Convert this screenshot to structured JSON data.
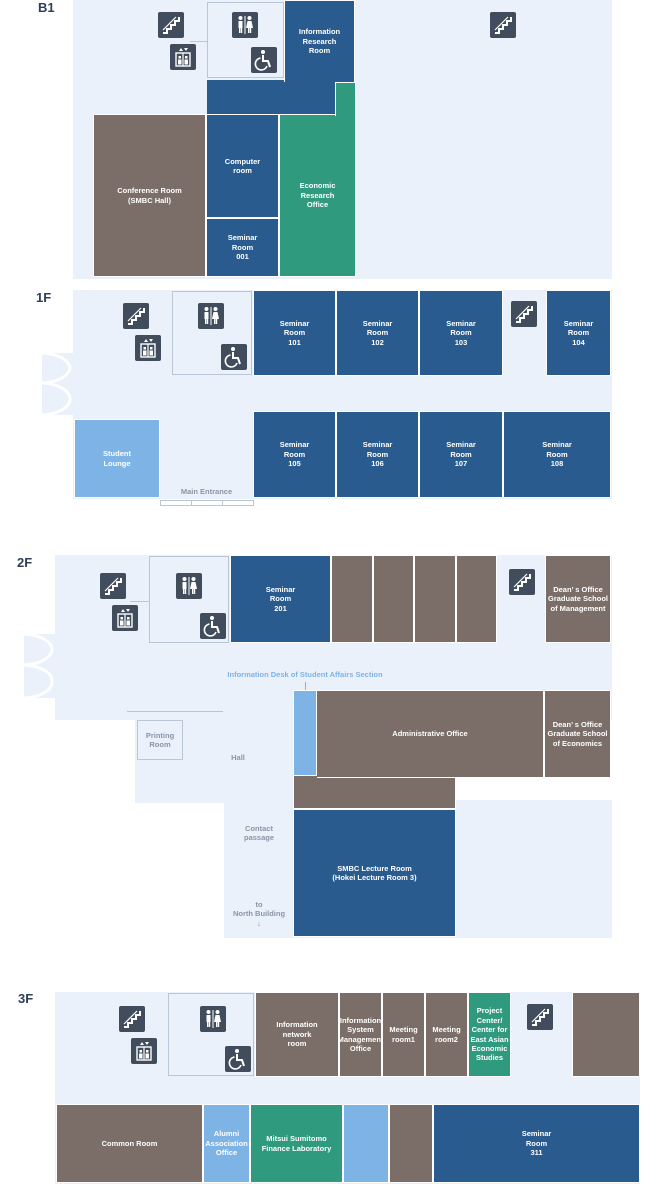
{
  "floors": {
    "b1": {
      "label": "B1",
      "rooms": {
        "info_research": "Information\nResearch\nRoom",
        "conference": "Conference Room\n(SMBC Hall)",
        "computer": "Computer\nroom",
        "economic_research": "Economic\nResearch\nOffice",
        "seminar_001": "Seminar\nRoom\n001"
      }
    },
    "f1": {
      "label": "1F",
      "rooms": {
        "seminar_101": "Seminar\nRoom\n101",
        "seminar_102": "Seminar\nRoom\n102",
        "seminar_103": "Seminar\nRoom\n103",
        "seminar_104": "Seminar\nRoom\n104",
        "student_lounge": "Student\nLounge",
        "seminar_105": "Seminar\nRoom\n105",
        "seminar_106": "Seminar\nRoom\n106",
        "seminar_107": "Seminar\nRoom\n107",
        "seminar_108": "Seminar\nRoom\n108"
      },
      "main_entrance": "Main Entrance"
    },
    "f2": {
      "label": "2F",
      "rooms": {
        "seminar_201": "Seminar\nRoom\n201",
        "deans_mgmt": "Dean’ s Office\nGraduate School\nof Management",
        "admin": "Administrative Office",
        "deans_econ": "Dean’ s Office\nGraduate School\nof Economics",
        "smbc_lecture": "SMBC Lecture Room\n(Hokei Lecture Room 3)",
        "printing": "Printing\nRoom"
      },
      "info_desk": "Information Desk of Student Affairs Section",
      "hall": "Hall",
      "contact_passage": "Contact\npassage",
      "to_north": "to\nNorth Building\n↓"
    },
    "f3": {
      "label": "3F",
      "rooms": {
        "info_network": "Information\nnetwork\nroom",
        "info_system": "Information\nSystem\nManagement\nOffice",
        "meeting1": "Meeting\nroom1",
        "meeting2": "Meeting\nroom2",
        "project_center": "Project\nCenter/\nCenter for\nEast Asian\nEconomic\nStudies",
        "common": "Common Room",
        "alumni": "Alumni\nAssociation\nOffice",
        "mitsui": "Mitsui Sumitomo\nFinance Laboratory",
        "seminar_311": "Seminar\nRoom\n311"
      }
    }
  },
  "colors": {
    "corridor": "#eaf1fb",
    "seminar_blue": "#2a5b8e",
    "office_brown": "#7b6e68",
    "research_green": "#2f9a7e",
    "lounge_light_blue": "#7eb3e5",
    "icon_dark": "#414c5c"
  },
  "icons": [
    "stairs-icon",
    "elevator-icon",
    "restroom-icon",
    "wheelchair-icon"
  ]
}
